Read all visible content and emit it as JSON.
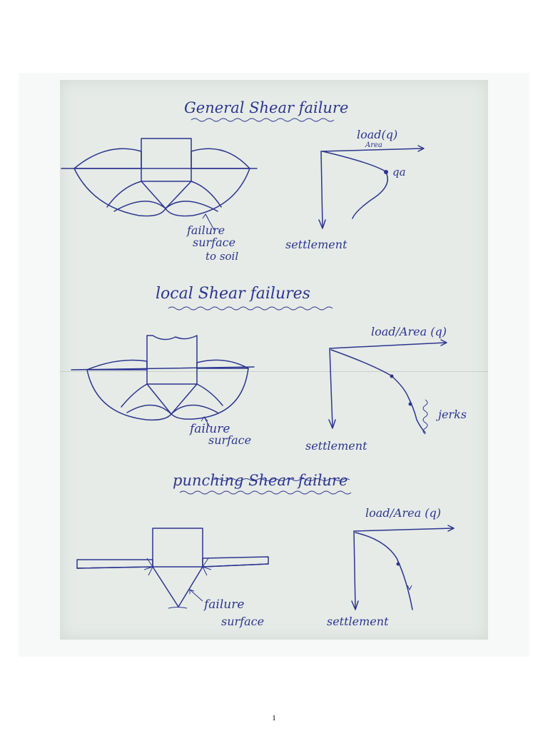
{
  "sections": [
    {
      "title": "General Shear failure",
      "axis_x_label": "load(q)",
      "axis_x_sublabel": "Area",
      "axis_y_label": "settlement",
      "point_label": "qa",
      "footing_label": [
        "failure",
        "surface",
        "to soil"
      ]
    },
    {
      "title": "local Shear failures",
      "axis_x_label": "load/Area (q)",
      "axis_y_label": "settlement",
      "side_label": "jerks",
      "footing_label": [
        "failure",
        "surface"
      ]
    },
    {
      "title": "punching Shear failure",
      "axis_x_label": "load/Area (q)",
      "axis_y_label": "settlement",
      "footing_label": [
        "failure",
        "surface"
      ]
    }
  ],
  "page_number": "1"
}
